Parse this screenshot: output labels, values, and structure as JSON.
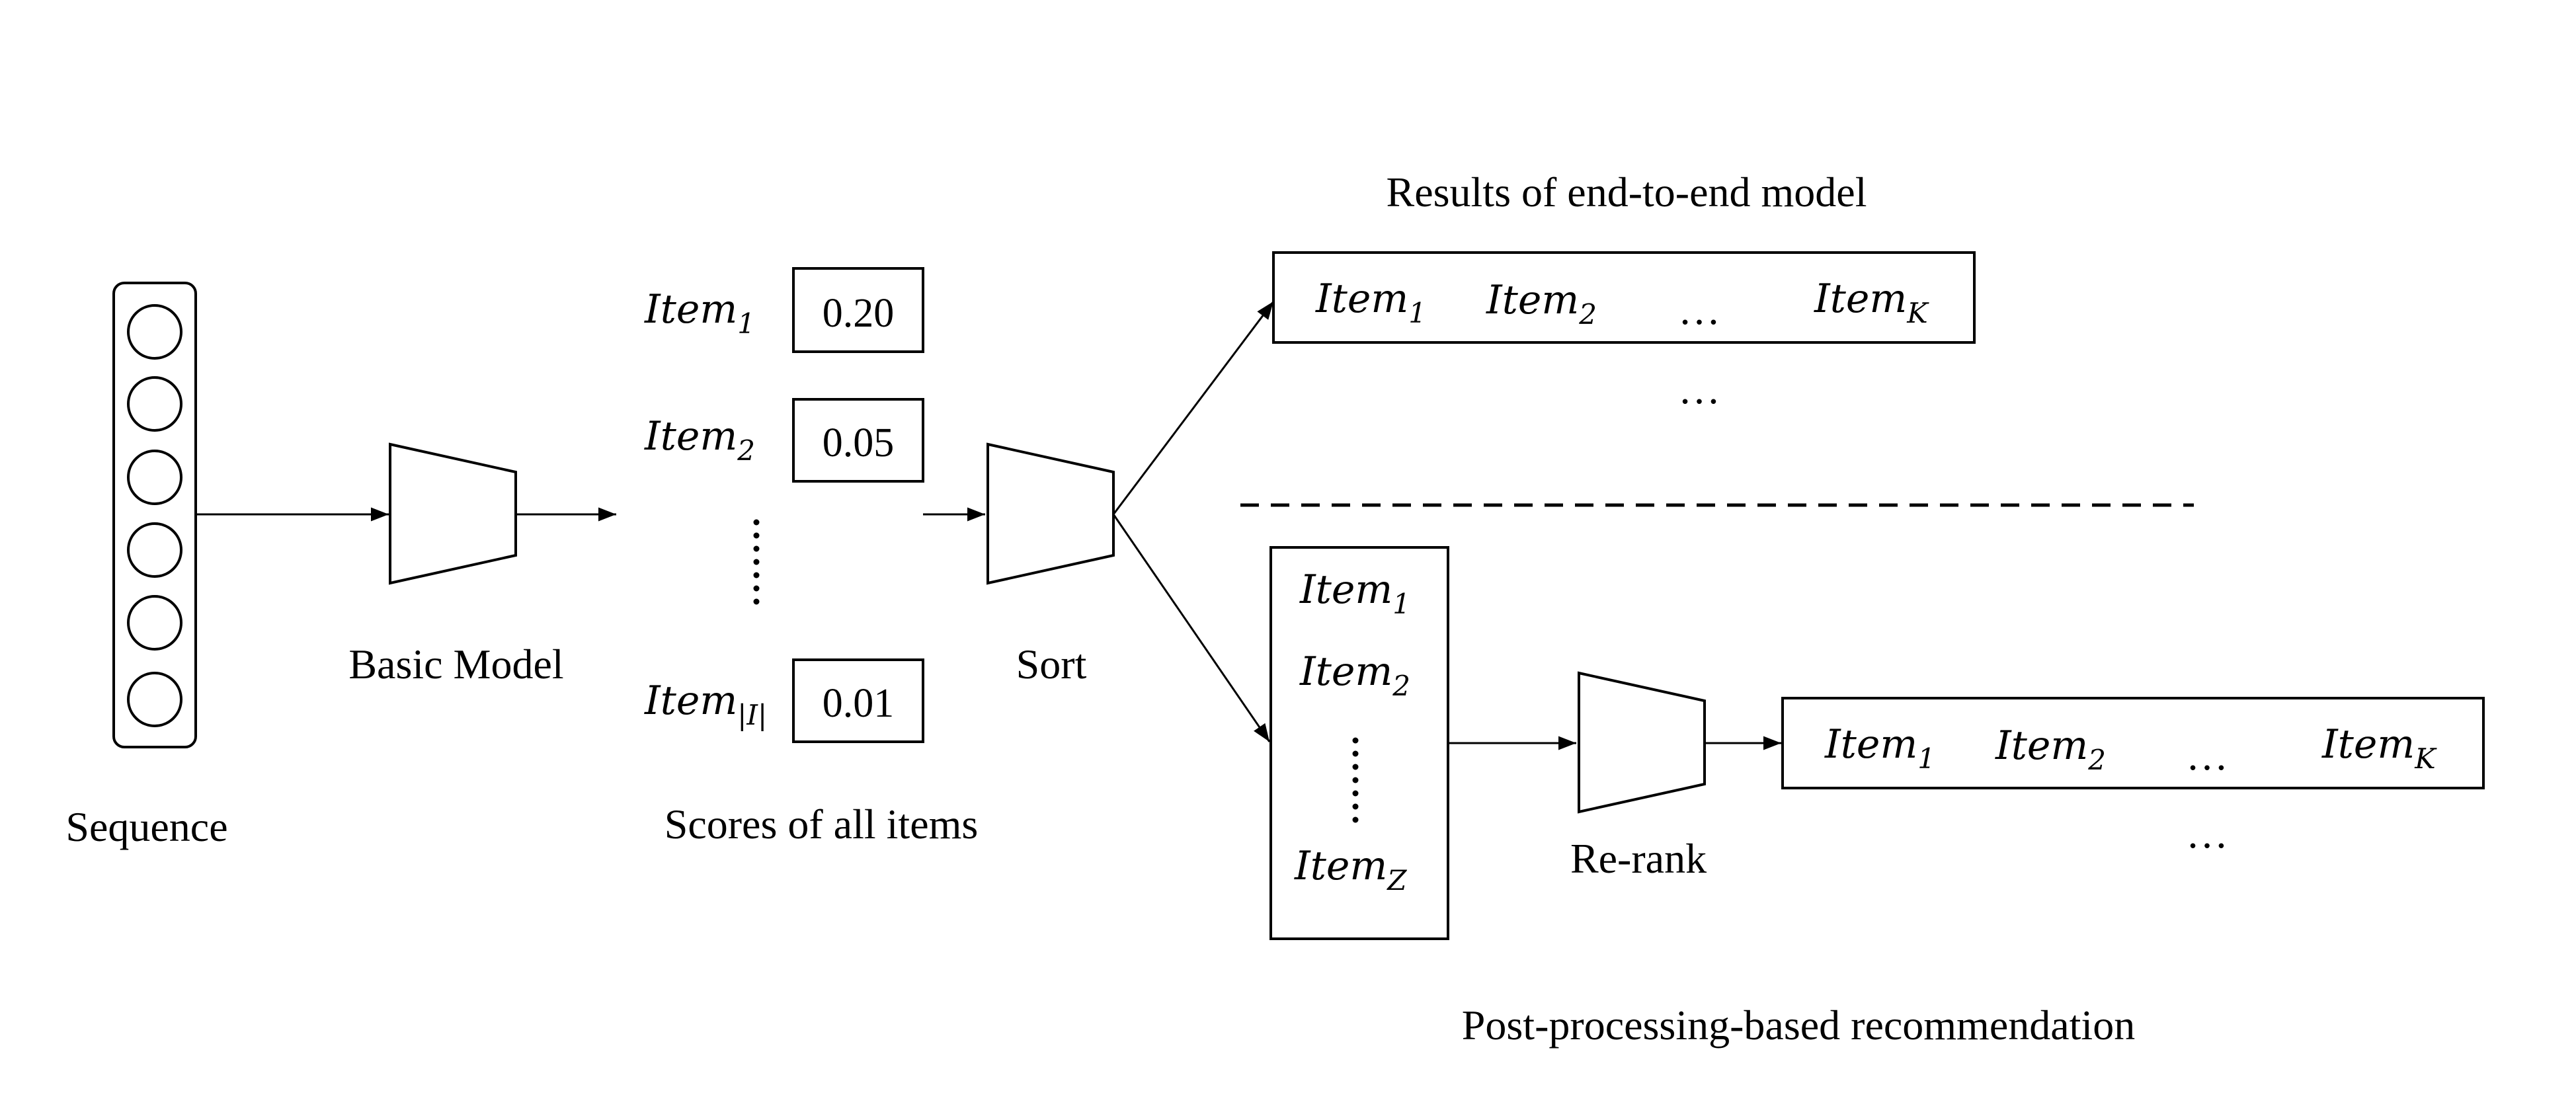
{
  "labels": {
    "sequence": "Sequence",
    "basic_model": "Basic Model",
    "sort": "Sort",
    "scores_caption": "Scores of all items",
    "end_to_end_caption": "Results of end-to-end model",
    "post_processing_caption": "Post-processing-based recommendation",
    "rerank": "Re-rank",
    "ellipsis": "…"
  },
  "scores": [
    {
      "item": "Item",
      "sub": "1",
      "score": "0.20"
    },
    {
      "item": "Item",
      "sub": "2",
      "score": "0.05"
    },
    {
      "item": "Item",
      "sub": "|I|",
      "score": "0.01"
    }
  ],
  "end_to_end_list": [
    {
      "item": "Item",
      "sub": "1"
    },
    {
      "item": "Item",
      "sub": "2"
    },
    {
      "item": "Item",
      "sub": "K"
    }
  ],
  "candidate_list": [
    {
      "item": "Item",
      "sub": "1"
    },
    {
      "item": "Item",
      "sub": "2"
    },
    {
      "item": "Item",
      "sub": "Z"
    }
  ],
  "reranked_list": [
    {
      "item": "Item",
      "sub": "1"
    },
    {
      "item": "Item",
      "sub": "2"
    },
    {
      "item": "Item",
      "sub": "K"
    }
  ]
}
